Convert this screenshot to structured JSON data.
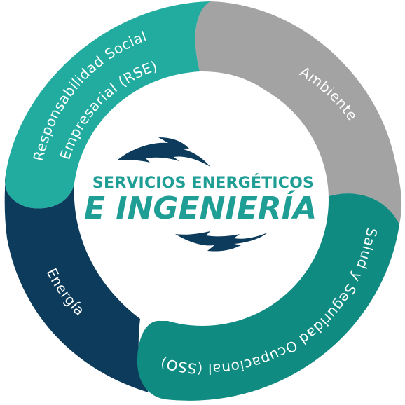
{
  "diagram": {
    "segments": [
      {
        "id": "rse",
        "line1": "Responsabilidad Social",
        "line2": "Empresarial (RSE)"
      },
      {
        "id": "ambiente",
        "label": "Ambiente"
      },
      {
        "id": "sso",
        "label": "Salud y Seguridad Ocupacional (SSO)"
      },
      {
        "id": "energia",
        "label": "Energía"
      }
    ],
    "colors": {
      "rse": "#22aca0",
      "ambiente": "#a3a3a3",
      "sso": "#0f8b82",
      "energia": "#0c3b5b",
      "logo": "#1f9e95",
      "bolt": "#0c3b5b"
    }
  },
  "logo": {
    "line1": "SERVICIOS ENERGÉTICOS",
    "line2": "E INGENIERÍA"
  }
}
